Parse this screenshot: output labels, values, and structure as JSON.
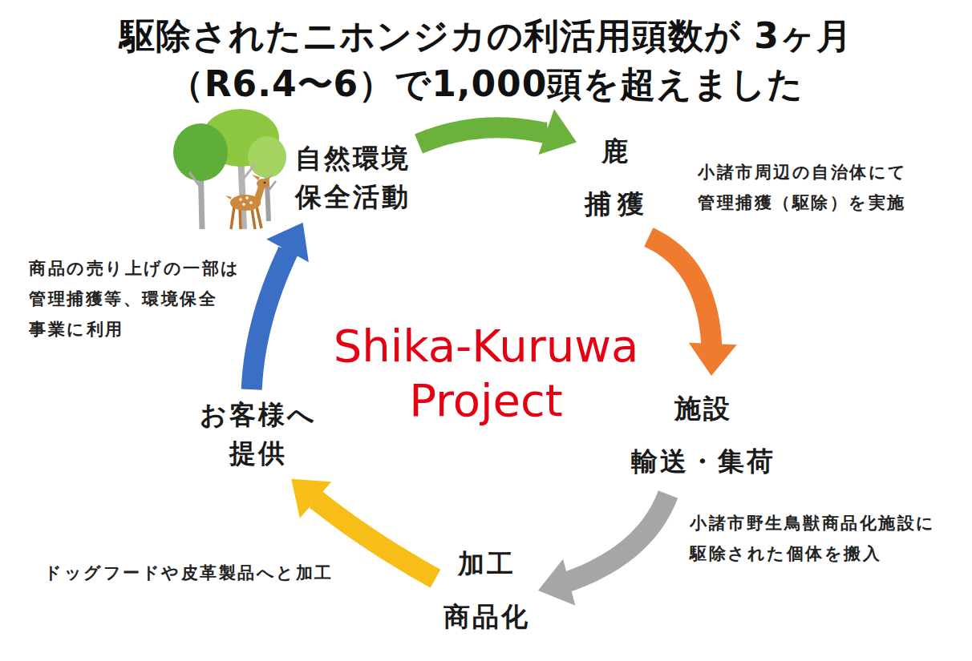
{
  "diagram": {
    "title": "駆除されたニホンジカの利活用頭数が 3ヶ月（R6.4〜6）で1,000頭を超えました",
    "nodes": [
      {
        "text": [
          "自然環境 保全活動"
        ]
      },
      {
        "text": [
          "鹿 捕獲"
        ]
      },
      {
        "text": [
          "施設 輸送・集荷"
        ]
      },
      {
        "text": [
          "加工 商品化"
        ]
      },
      {
        "text": [
          "お客様へ 提供"
        ]
      }
    ],
    "edges": [
      {
        "from": 0,
        "to": 1,
        "arrow": "to"
      },
      {
        "from": 1,
        "to": 2,
        "arrow": "to"
      },
      {
        "from": 2,
        "to": 3,
        "arrow": "to"
      },
      {
        "from": 3,
        "to": 4,
        "arrow": "to"
      },
      {
        "from": 4,
        "to": 0,
        "arrow": "to"
      }
    ],
    "labels": [
      "小諸市周辺の自治体にて 管理捕獲（駆除）を実施",
      "商品の売り上げの一部は 管理捕獲等、環境保全 事業に利用",
      "Shika-Kuruwa Project",
      "小諸市野生鳥獣商品化施設に 駆除された個体を搬入",
      "ドッグフードや皮革製品へと加工"
    ]
  }
}
